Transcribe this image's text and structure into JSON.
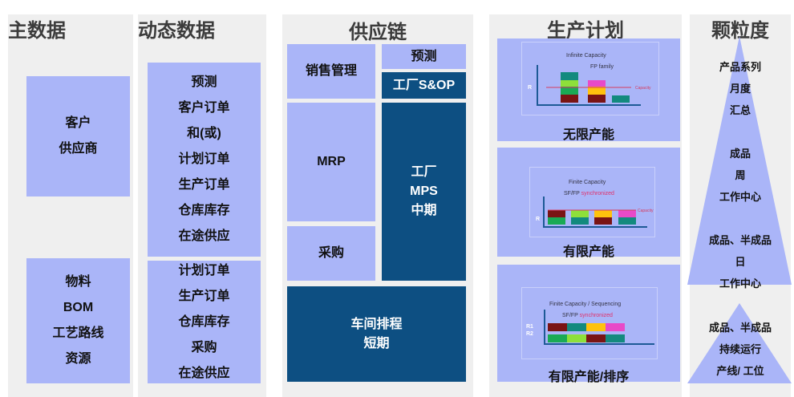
{
  "headers": {
    "master": "主数据",
    "dynamic": "动态数据",
    "supply": "供应链",
    "plan": "生产计划",
    "granularity": "颗粒度"
  },
  "master": {
    "box1": [
      "客户",
      "供应商"
    ],
    "box2": [
      "物料",
      "BOM",
      "工艺路线",
      "资源"
    ]
  },
  "dynamic": {
    "box1": [
      "预测",
      "客户订单",
      "和(或)",
      "计划订单",
      "生产订单",
      "仓库库存",
      "在途供应"
    ],
    "box2": [
      "计划订单",
      "生产订单",
      "仓库库存",
      "采购",
      "在途供应"
    ]
  },
  "supply": {
    "sales": "销售管理",
    "forecast": "预测",
    "sop": "工厂S&OP",
    "mrp": "MRP",
    "mps": [
      "工厂",
      "MPS",
      "中期"
    ],
    "purchase": "采购",
    "shop": [
      "车间排程",
      "短期"
    ]
  },
  "plan": {
    "p1": {
      "label": "无限产能",
      "chart_title": "Infinite Capacity",
      "sub": "FP family",
      "axis": "R",
      "cap": "Capacity"
    },
    "p2": {
      "label": "有限产能",
      "chart_title": "Finite Capacity",
      "sub": "SF/FP",
      "sub_red": "synchronized",
      "axis": "R",
      "cap": "Capacity"
    },
    "p3": {
      "label": "有限产能/排序",
      "chart_title": "Finite Capacity / Sequencing",
      "sub": "SF/FP",
      "sub_red": "synchronized",
      "axis1": "R1",
      "axis2": "R2"
    }
  },
  "granularity": {
    "tri1": [
      "产品系列",
      "月度",
      "汇总",
      "",
      "成品",
      "周",
      "工作中心",
      "",
      "成品、半成品",
      "日",
      "工作中心"
    ],
    "tri2": [
      "成品、半成品",
      "持续运行",
      "产线/ 工位"
    ]
  },
  "colors": {
    "light": "#aab5f8",
    "dark": "#0d4f82"
  }
}
